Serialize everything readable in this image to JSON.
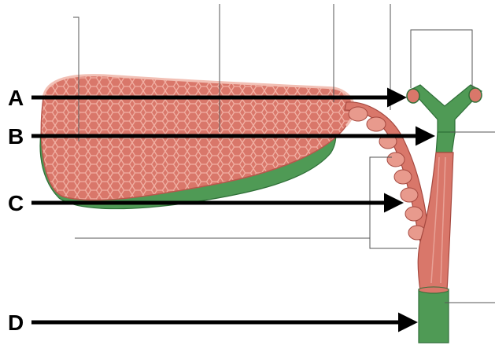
{
  "labels": {
    "a": "A",
    "b": "B",
    "c": "C",
    "d": "D"
  },
  "colors": {
    "tissue": "#d9776a",
    "tissue_dark": "#b9574c",
    "tissue_light": "#f2b0a4",
    "wall": "#4f9a55",
    "wall_dark": "#2f6f38",
    "line": "#555555",
    "arrow": "#000000"
  }
}
